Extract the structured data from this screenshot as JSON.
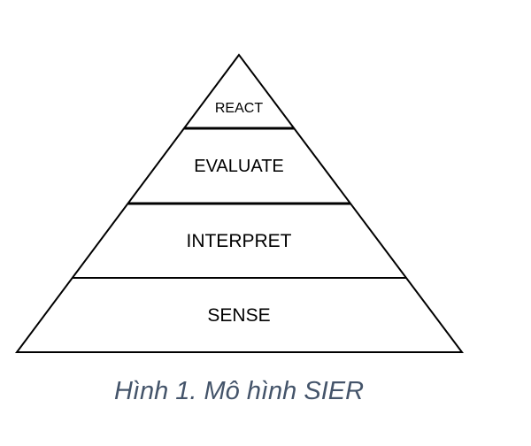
{
  "pyramid": {
    "levels": [
      {
        "label": "REACT"
      },
      {
        "label": "EVALUATE"
      },
      {
        "label": "INTERPRET"
      },
      {
        "label": "SENSE"
      }
    ]
  },
  "caption": "Hình  1. Mô hình SIER",
  "colors": {
    "stroke": "#000000",
    "caption": "#44546a",
    "background": "#ffffff"
  }
}
